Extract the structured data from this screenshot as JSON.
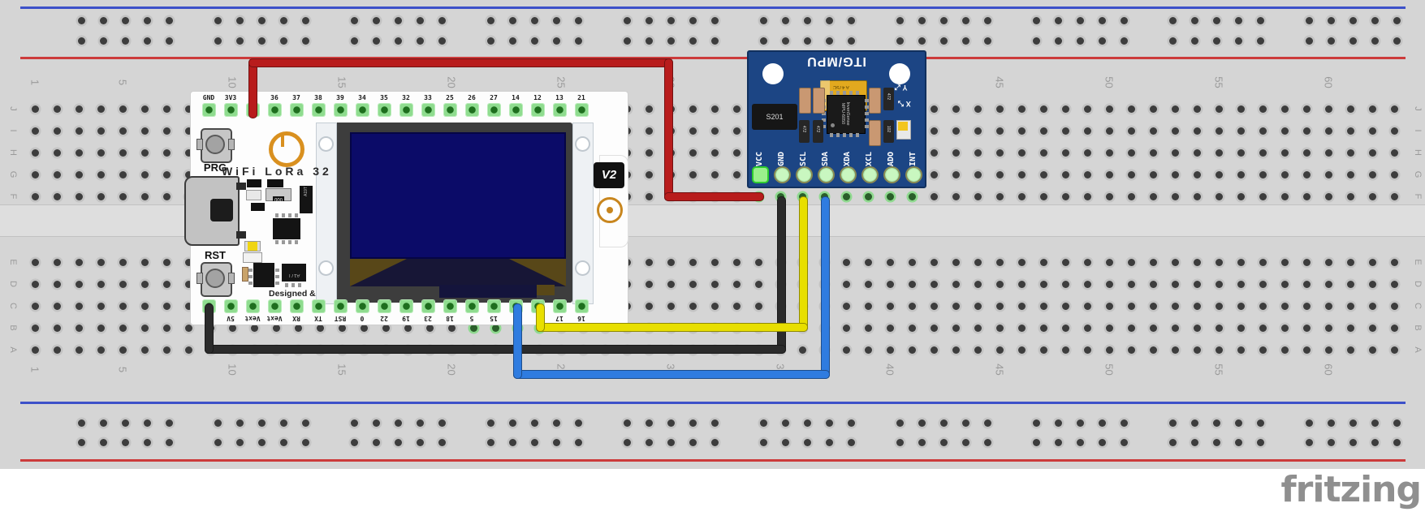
{
  "breadboard": {
    "column_numbers": [
      "1",
      "5",
      "10",
      "15",
      "20",
      "25",
      "30",
      "35",
      "40",
      "45",
      "50",
      "55",
      "60"
    ],
    "row_letters_top": [
      "J",
      "I",
      "H",
      "G",
      "F"
    ],
    "row_letters_bottom": [
      "E",
      "D",
      "C",
      "B",
      "A"
    ],
    "rail_blue": "#3d51c9",
    "rail_red": "#cc3b3b"
  },
  "heltec": {
    "top_pin_labels": [
      "GND",
      "3V3",
      "",
      "36",
      "37",
      "38",
      "39",
      "34",
      "35",
      "32",
      "33",
      "25",
      "26",
      "27",
      "14",
      "12",
      "13",
      "21"
    ],
    "bottom_pin_labels": [
      "",
      "5V",
      "Vext",
      "Vext",
      "RX",
      "TX",
      "RST",
      "0",
      "22",
      "19",
      "23",
      "18",
      "5",
      "15",
      "",
      "",
      "17",
      "16"
    ],
    "prg_label": "PRG",
    "rst_label": "RST",
    "board_title": "WiFi LoRa 32",
    "version_label": "V2",
    "footer_note": "Designed & produced by Heltec Automation (TM)",
    "smd_texts": {
      "a19t": "A19T",
      "a17t": "A17T",
      "reg": "000"
    }
  },
  "mpu": {
    "title": "ITG/MPU",
    "s201_label": "S201",
    "cap_line1": "A 475C",
    "cap_line2": "115C2",
    "chip_line1": "InvenSense",
    "chip_line2": "MPU-6050",
    "resistor_left": [
      "472",
      "472"
    ],
    "resistor_right": [
      "472",
      "102"
    ],
    "pin_labels": [
      "VCC",
      "GND",
      "SCL",
      "SDA",
      "XDA",
      "XCL",
      "ADO",
      "INT"
    ],
    "axis_labels": {
      "x": "X",
      "y": "Y"
    }
  },
  "wires": [
    {
      "name": "wire-3v3-red",
      "color": "#b81c1c"
    },
    {
      "name": "wire-gnd-black",
      "color": "#2b2b2b"
    },
    {
      "name": "wire-scl-yellow",
      "color": "#e8df00"
    },
    {
      "name": "wire-sda-blue",
      "color": "#2f7ce0"
    }
  ],
  "logo": {
    "text": "fritzing"
  }
}
